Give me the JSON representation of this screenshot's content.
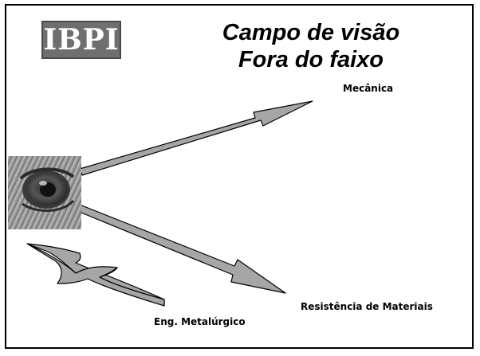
{
  "logo": {
    "text": "IBPI"
  },
  "title": {
    "line1": "Campo de visão",
    "line2": "Fora do faixo"
  },
  "labels": {
    "mecanica": "Mecânica",
    "resistencia": "Resistência de Materiais",
    "eng": "Eng. Metalúrgico"
  },
  "colors": {
    "arrow_fill": "#a6a6a6",
    "arrow_stroke": "#000000",
    "logo_bg": "#6f6f6f"
  }
}
